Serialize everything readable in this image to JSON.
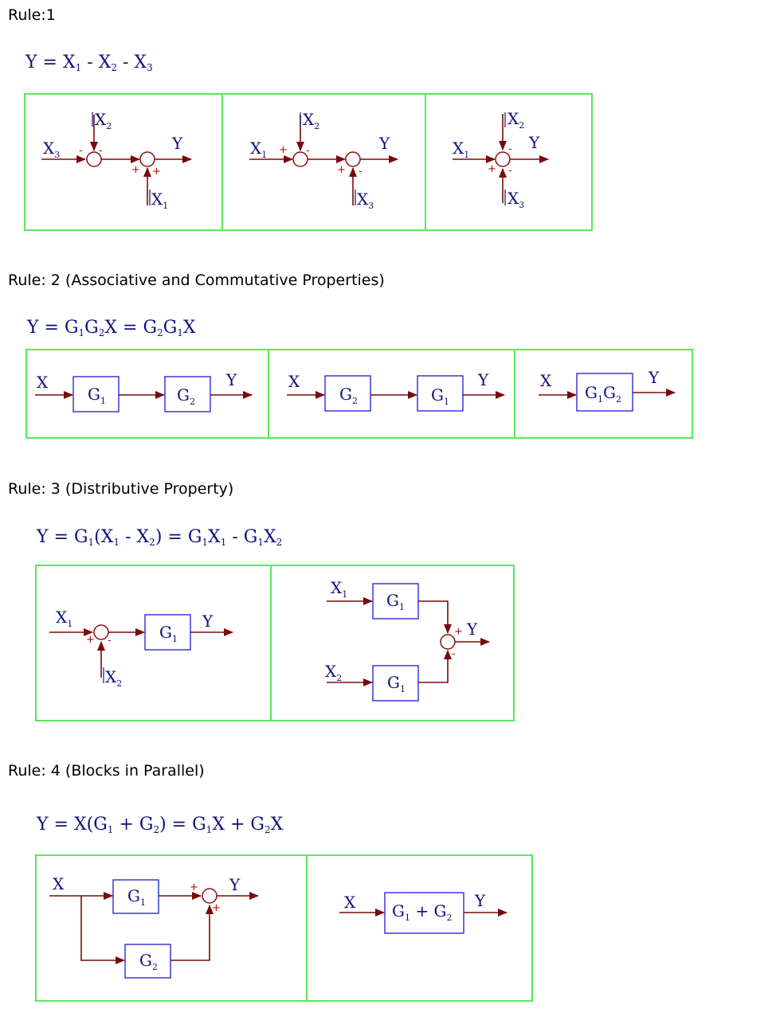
{
  "rules": [
    {
      "title": "Rule:1",
      "equation": "Y = X1 - X2 - X3"
    },
    {
      "title": "Rule: 2 (Associative and Commutative Properties)",
      "equation": "Y = G1G2X = G2G1X"
    },
    {
      "title": "Rule: 3 (Distributive Property)",
      "equation": "Y = G1(X1 - X2) = G1X1 - G1X2"
    },
    {
      "title": "Rule: 4 (Blocks in Parallel)",
      "equation": "Y = X(G1 + G2) = G1X + G2X"
    }
  ],
  "labels": {
    "X": "X",
    "Y": "Y",
    "G": "G",
    "s1": "1",
    "s2": "2",
    "s3": "3",
    "plus": "+",
    "minus": "-"
  },
  "colors": {
    "panel_border": "#5ee55e",
    "signal_line": "#7a0a0a",
    "block_border": "#2a2ad4",
    "text": "#10107a"
  }
}
